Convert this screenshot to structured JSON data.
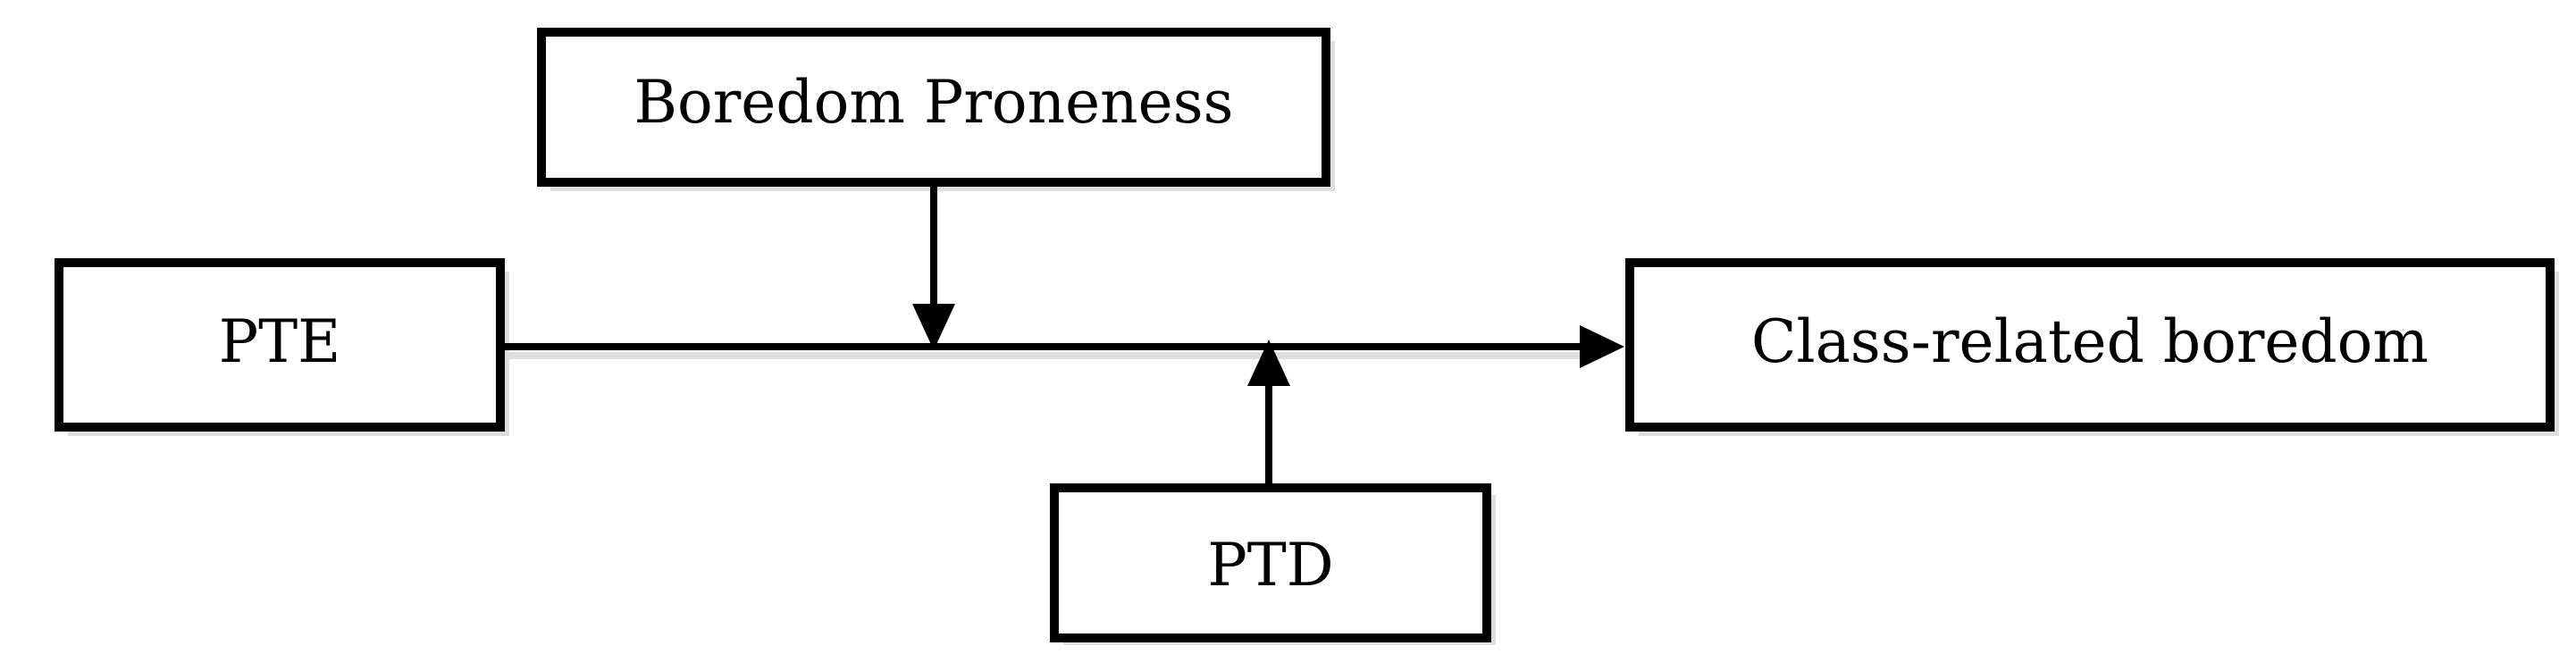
{
  "diagram": {
    "nodes": {
      "moderator_top": "Boredom Proneness",
      "predictor": "PTE",
      "outcome": "Class-related boredom",
      "moderator_bottom": "PTD"
    },
    "edges": [
      {
        "from": "predictor",
        "to": "outcome"
      },
      {
        "from": "moderator_top",
        "to": "predictor-outcome-path"
      },
      {
        "from": "moderator_bottom",
        "to": "predictor-outcome-path"
      }
    ],
    "colors": {
      "stroke": "#000000",
      "background": "#ffffff"
    }
  }
}
